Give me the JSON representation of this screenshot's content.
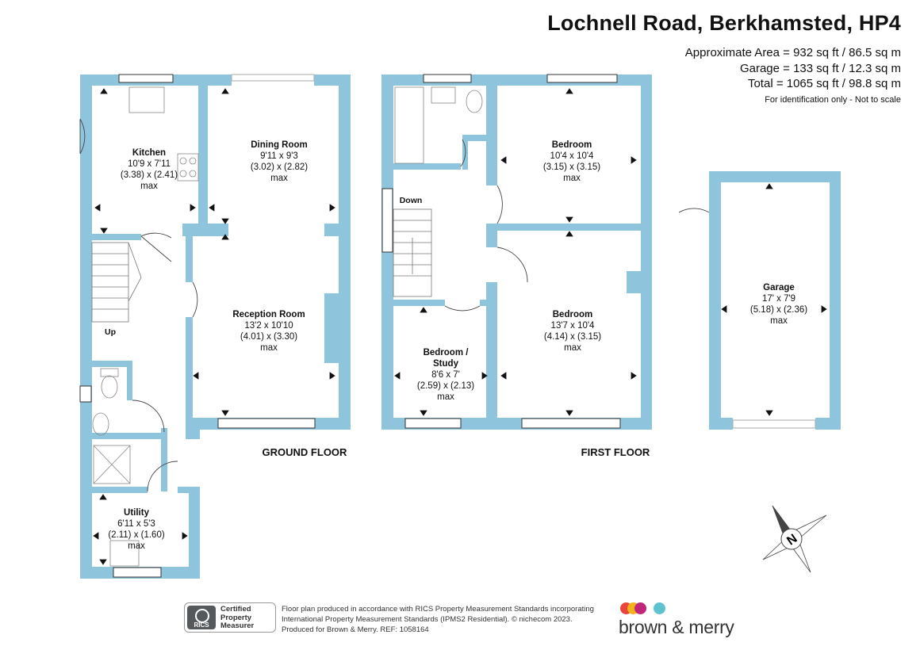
{
  "header": {
    "title": "Lochnell Road, Berkhamsted, HP4",
    "approx_area": "Approximate Area = 932 sq ft / 86.5 sq m",
    "garage_area": "Garage = 133 sq ft / 12.3 sq m",
    "total_area": "Total = 1065 sq ft / 98.8 sq m",
    "identification": "For identification only - Not to scale"
  },
  "colors": {
    "wall": "#8ec5dc",
    "text": "#111111",
    "fixture": "#888888"
  },
  "ground_floor": {
    "label": "GROUND FLOOR",
    "kitchen": {
      "name": "Kitchen",
      "dims": "10'9 x 7'11",
      "metric": "(3.38) x (2.41)",
      "max": "max"
    },
    "dining": {
      "name": "Dining Room",
      "dims": "9'11 x 9'3",
      "metric": "(3.02) x (2.82)",
      "max": "max"
    },
    "reception": {
      "name": "Reception Room",
      "dims": "13'2 x 10'10",
      "metric": "(4.01) x (3.30)",
      "max": "max"
    },
    "utility": {
      "name": "Utility",
      "dims": "6'11 x 5'3",
      "metric": "(2.11) x (1.60)",
      "max": "max"
    },
    "stairs_label": "Up"
  },
  "first_floor": {
    "label": "FIRST FLOOR",
    "bedroom1": {
      "name": "Bedroom",
      "dims": "10'4 x 10'4",
      "metric": "(3.15) x (3.15)",
      "max": "max"
    },
    "bedroom2": {
      "name": "Bedroom",
      "dims": "13'7 x 10'4",
      "metric": "(4.14) x (3.15)",
      "max": "max"
    },
    "study": {
      "name_line1": "Bedroom /",
      "name_line2": "Study",
      "dims": "8'6 x 7'",
      "metric": "(2.59) x (2.13)",
      "max": "max"
    },
    "stairs_label": "Down"
  },
  "garage": {
    "name": "Garage",
    "dims": "17' x 7'9",
    "metric": "(5.18) x (2.36)",
    "max": "max"
  },
  "compass": {
    "letter": "N",
    "icon": "compass-icon"
  },
  "footer": {
    "note_line1": "Floor plan produced in accordance with RICS Property Measurement Standards incorporating",
    "note_line2": "International Property Measurement Standards (IPMS2 Residential).  © nichecom 2023.",
    "note_line3": "Produced for Brown & Merry.   REF:  1058164",
    "rics_line1": "Certified",
    "rics_line2": "Property",
    "rics_line3": "Measurer",
    "rics_seal": "RICS",
    "brand": "brown & merry",
    "brand_dot_colors": [
      "#e8453c",
      "#f5b21b",
      "#c0267a",
      "#5fc3cf"
    ]
  }
}
